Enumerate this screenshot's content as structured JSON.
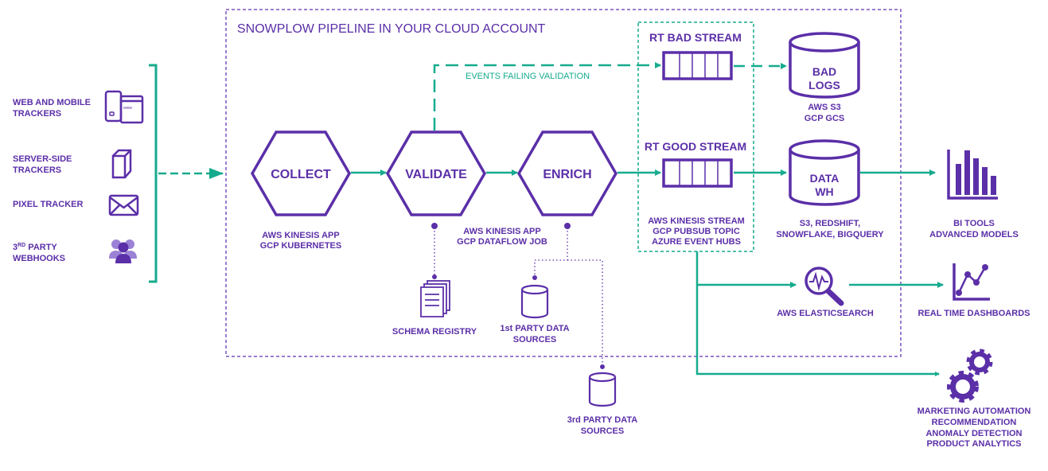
{
  "colors": {
    "purple": "#5b2fa8",
    "teal": "#16ab8e",
    "lavender": "#9b82d6"
  },
  "pipeline_title": "SNOWPLOW PIPELINE IN YOUR CLOUD ACCOUNT",
  "sources": {
    "web_mobile": [
      "WEB AND MOBILE",
      "TRACKERS"
    ],
    "server_side": [
      "SERVER-SIDE",
      "TRACKERS"
    ],
    "pixel": "PIXEL TRACKER",
    "webhooks_prefix": "3",
    "webhooks_sup": "RD",
    "webhooks_suffix": " PARTY",
    "webhooks_line2": "WEBHOOKS"
  },
  "stages": {
    "collect": "COLLECT",
    "validate": "VALIDATE",
    "enrich": "ENRICH",
    "collect_tech": [
      "AWS KINESIS APP",
      "GCP KUBERNETES"
    ],
    "enrich_tech": [
      "AWS KINESIS APP",
      "GCP DATAFLOW JOB"
    ]
  },
  "validation_failure": "EVENTS FAILING VALIDATION",
  "streams": {
    "bad": "RT BAD STREAM",
    "good": "RT GOOD STREAM",
    "tech": [
      "AWS KINESIS STREAM",
      "GCP PUBSUB TOPIC",
      "AZURE EVENT HUBS"
    ]
  },
  "bad_logs": {
    "label": [
      "BAD",
      "LOGS"
    ],
    "tech": [
      "AWS S3",
      "GCP GCS"
    ]
  },
  "data_wh": {
    "label": [
      "DATA",
      "WH"
    ],
    "tech": [
      "S3, REDSHIFT,",
      "SNOWFLAKE, BIGQUERY"
    ]
  },
  "schema_registry": "SCHEMA REGISTRY",
  "first_party": [
    "1st PARTY DATA",
    "SOURCES"
  ],
  "third_party": [
    "3rd PARTY DATA",
    "SOURCES"
  ],
  "elasticsearch": "AWS ELASTICSEARCH",
  "bi_tools": [
    "BI TOOLS",
    "ADVANCED MODELS"
  ],
  "dashboards": "REAL TIME DASHBOARDS",
  "apps": [
    "MARKETING AUTOMATION",
    "RECOMMENDATION",
    "ANOMALY DETECTION",
    "PRODUCT ANALYTICS"
  ]
}
